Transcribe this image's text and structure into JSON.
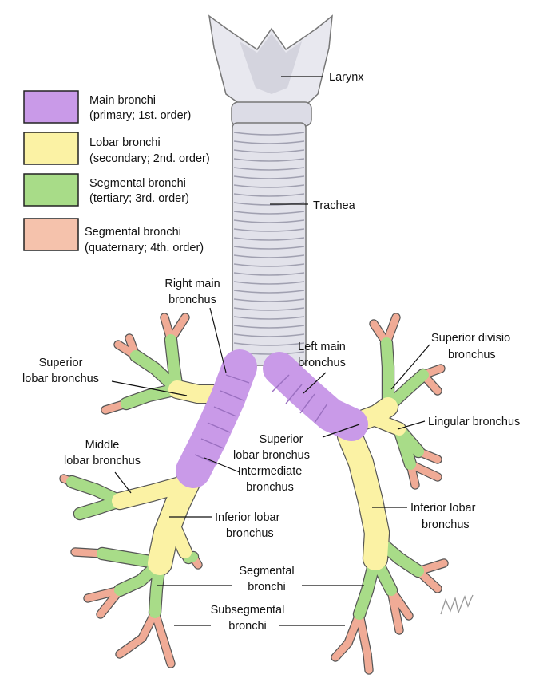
{
  "colors": {
    "main": "#c99ae8",
    "lobar": "#fbf2a4",
    "segmental": "#a8dc88",
    "subsegmental": "#f0ab96",
    "cartilage": "#e3e3ec"
  },
  "legend": [
    {
      "line1": "Main bronchi",
      "line2": "(primary; 1st. order)",
      "color": "#c99ae8"
    },
    {
      "line1": "Lobar bronchi",
      "line2": "(secondary; 2nd. order)",
      "color": "#fbf2a4"
    },
    {
      "line1": "Segmental bronchi",
      "line2": "(tertiary; 3rd. order)",
      "color": "#a8dc88"
    },
    {
      "line1": "Segmental bronchi",
      "line2": "(quaternary; 4th. order)",
      "color": "#f5c2ac"
    }
  ],
  "labels": {
    "larynx": "Larynx",
    "trachea": "Trachea",
    "right_main_1": "Right main",
    "right_main_2": "bronchus",
    "left_main_1": "Left main",
    "left_main_2": "bronchus",
    "sup_lobar_r_1": "Superior",
    "sup_lobar_r_2": "lobar bronchus",
    "sup_divisio_1": "Superior divisio",
    "sup_divisio_2": "bronchus",
    "lingular": "Lingular bronchus",
    "middle_lobar_1": "Middle",
    "middle_lobar_2": "lobar bronchus",
    "sup_lobar_l_1": "Superior",
    "sup_lobar_l_2": "lobar bronchus",
    "intermediate_1": "Intermediate",
    "intermediate_2": "bronchus",
    "inf_lobar_r_1": "Inferior lobar",
    "inf_lobar_r_2": "bronchus",
    "inf_lobar_l_1": "Inferior lobar",
    "inf_lobar_l_2": "bronchus",
    "segmental_1": "Segmental",
    "segmental_2": "bronchi",
    "subsegmental_1": "Subsegmental",
    "subsegmental_2": "bronchi"
  }
}
